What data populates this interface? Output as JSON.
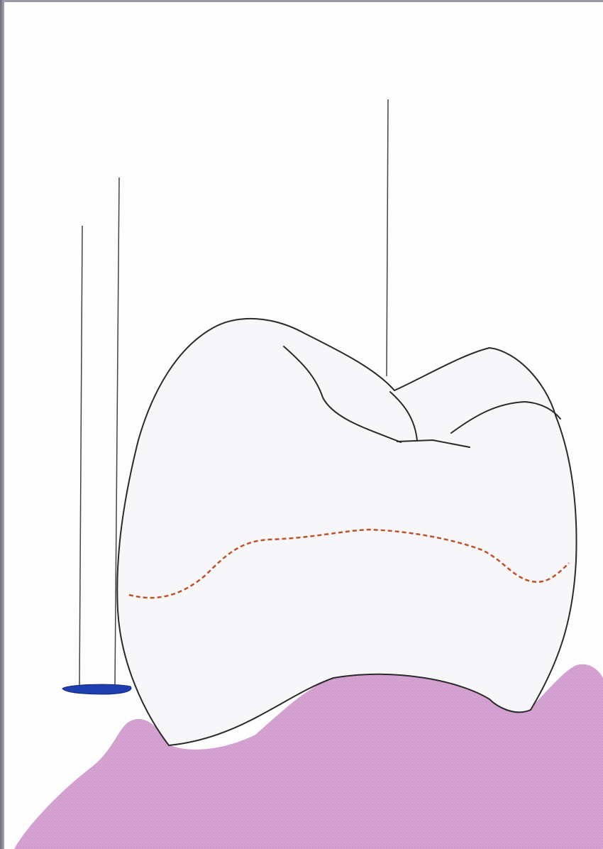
{
  "diagram": {
    "colors": {
      "background": "#fdfdfd",
      "page_edge": "#8a8794",
      "gingiva": "#d6a4d2",
      "gingiva_stipple": "#c58bc1",
      "tooth_fill": "#f7f7f9",
      "tooth_outline": "#2a2a2a",
      "cej_dashed_line": "#c0522a",
      "probe_tip": "#1f3fb0",
      "pointer_lines": "#444444"
    },
    "elements": [
      {
        "id": "molar-crown",
        "icon": "tooth-outline"
      },
      {
        "id": "occlusal-fissure",
        "icon": "fissure-lines"
      },
      {
        "id": "cemento-enamel-junction",
        "icon": "dashed-line"
      },
      {
        "id": "gingiva",
        "icon": "pink-stippled-tissue"
      },
      {
        "id": "periodontal-probe",
        "icon": "probe-with-tip"
      },
      {
        "id": "leader-line-1",
        "icon": "vertical-line"
      },
      {
        "id": "leader-line-2",
        "icon": "vertical-line"
      },
      {
        "id": "leader-line-3",
        "icon": "vertical-line"
      }
    ]
  }
}
